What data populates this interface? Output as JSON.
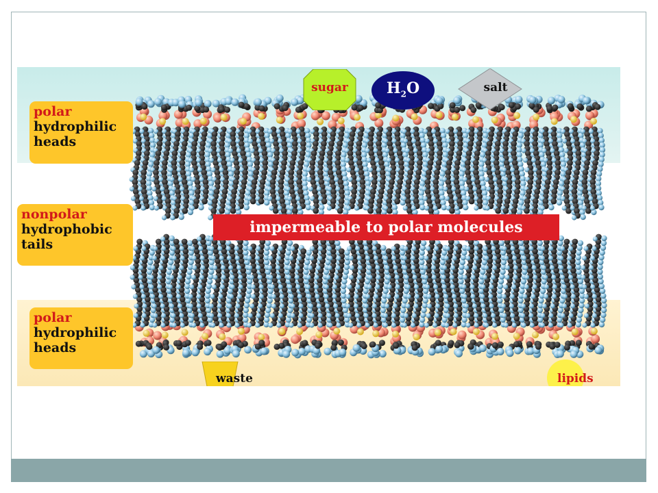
{
  "labels": {
    "top_heads": {
      "key": "polar",
      "line1": "hydrophilic",
      "line2": "heads"
    },
    "tails": {
      "key": "nonpolar",
      "line1": "hydrophobic",
      "line2": "tails"
    },
    "bottom_heads": {
      "key": "polar",
      "line1": "hydrophilic",
      "line2": "heads"
    }
  },
  "banner": "impermeable to polar molecules",
  "molecules": {
    "sugar": "sugar",
    "water_main": "H",
    "water_sub": "2",
    "water_end": "O",
    "salt": "salt",
    "waste": "waste",
    "lipids": "lipids"
  },
  "colors": {
    "sugar_fill": "#b7f02a",
    "water_fill": "#0e0f7e",
    "salt_fill": "#c4c7ca",
    "waste_fill": "#f7d21e",
    "lipids_fill": "#fdf14a",
    "label_red": "#d21a1a",
    "label_box": "#fec62a",
    "banner_red": "#dd1f26"
  }
}
